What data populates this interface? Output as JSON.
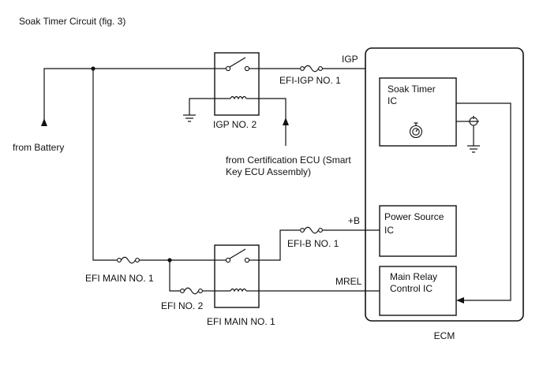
{
  "title": "Soak Timer Circuit (fig. 3)",
  "labels": {
    "from_battery": "from Battery",
    "from_cert_ecu_line1": "from Certification ECU (Smart",
    "from_cert_ecu_line2": "Key ECU Assembly)",
    "igp_relay": "IGP NO. 2",
    "efi_igp_fuse": "EFI-IGP NO. 1",
    "igp_signal": "IGP",
    "efi_b_fuse": "EFI-B NO. 1",
    "plus_b": "+B",
    "efi_main_fuse": "EFI MAIN NO. 1",
    "efi_no2_fuse": "EFI NO. 2",
    "efi_main_relay": "EFI MAIN NO. 1",
    "mrel": "MREL",
    "ecm": "ECM"
  },
  "ecm_blocks": {
    "soak_timer_line1": "Soak Timer",
    "soak_timer_line2": "IC",
    "power_source_line1": "Power Source",
    "power_source_line2": "IC",
    "main_relay_line1": "Main Relay",
    "main_relay_line2": "Control IC"
  },
  "icons": {
    "timer": "stopwatch-icon",
    "ground": "ground-icon",
    "fuse": "fuse-icon",
    "relay_coil": "coil-icon",
    "relay_switch": "switch-icon"
  }
}
